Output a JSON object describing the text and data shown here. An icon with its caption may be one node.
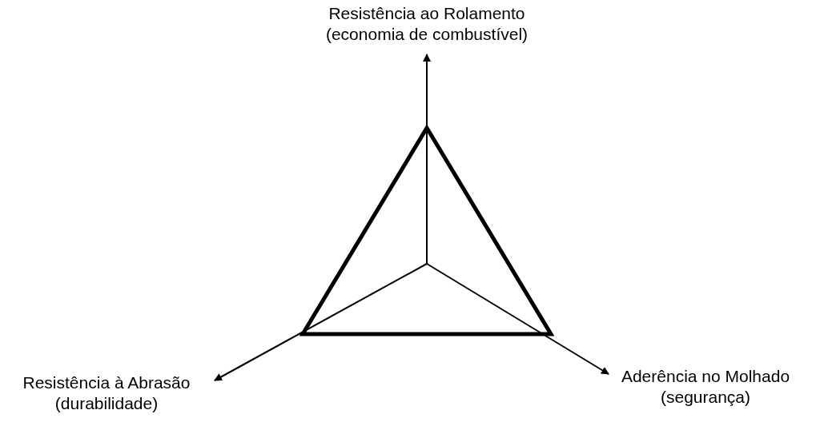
{
  "diagram": {
    "nodes": [
      {
        "text": [
          "Resistência ao Rolamento",
          "(economia de combustível)"
        ]
      },
      {
        "text": [
          "Resistência à Abrasão",
          "(durabilidade)"
        ]
      },
      {
        "text": [
          "Aderência no Molhado",
          "(segurança)"
        ]
      },
      {
        "text": [],
        "shape": "triangle"
      }
    ],
    "edges": [
      {
        "from": 3,
        "to": 0,
        "arrow": "to"
      },
      {
        "from": 3,
        "to": 1,
        "arrow": "to"
      },
      {
        "from": 3,
        "to": 2,
        "arrow": "to"
      }
    ]
  }
}
